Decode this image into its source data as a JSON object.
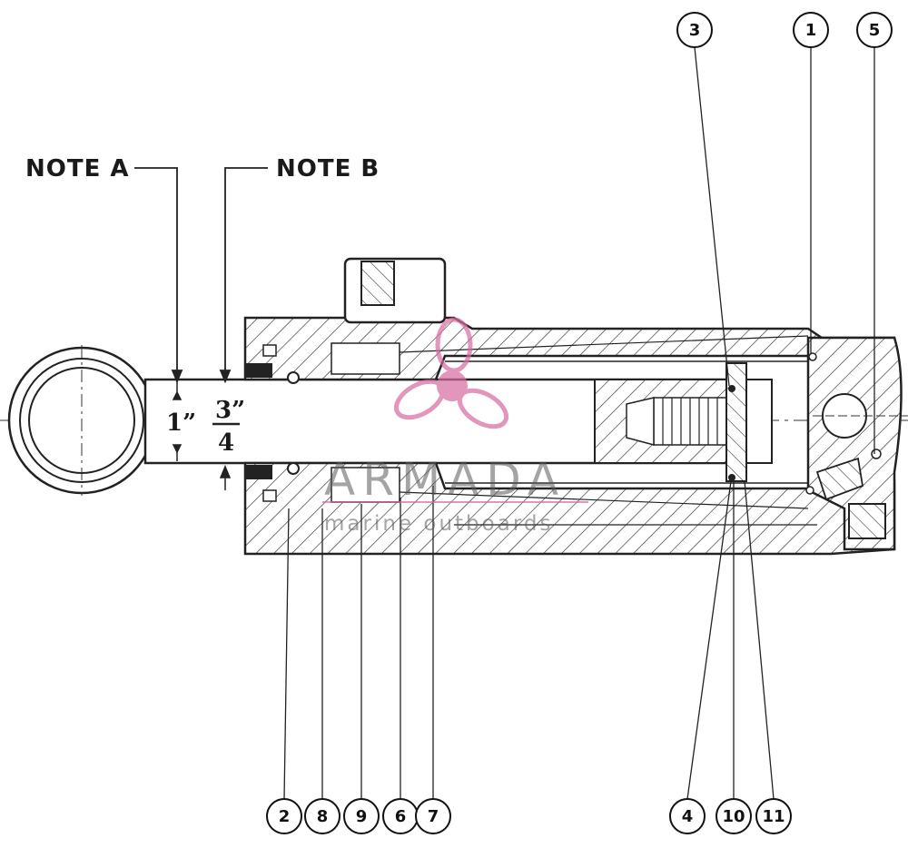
{
  "notes": {
    "note_a": "NOTE A",
    "note_b": "NOTE B"
  },
  "dimensions": {
    "rod_diameter": "1”",
    "fraction_numerator": "3”",
    "fraction_denominator": "4"
  },
  "watermark": {
    "brand": "ARMADA",
    "tagline": "marine outboards",
    "color": "#d86aa0"
  },
  "callouts": {
    "c1": "1",
    "c2": "2",
    "c3": "3",
    "c4": "4",
    "c5": "5",
    "c6": "6",
    "c7": "7",
    "c8": "8",
    "c9": "9",
    "c10": "10",
    "c11": "11"
  }
}
